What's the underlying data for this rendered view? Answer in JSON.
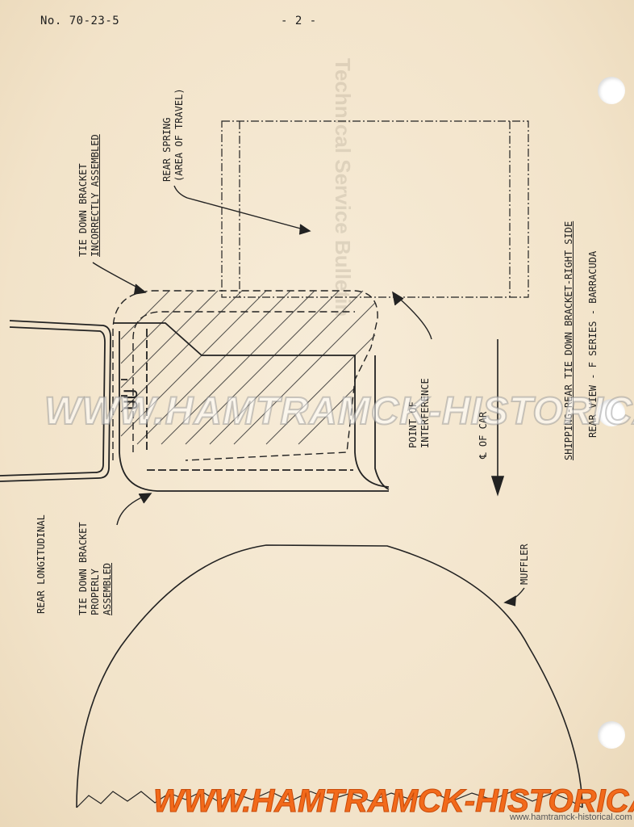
{
  "header": {
    "doc_number": "No. 70-23-5",
    "page_number": "- 2 -"
  },
  "labels": {
    "tie_down_incorrect": [
      "TIE DOWN BRACKET",
      "INCORRECTLY ASSEMBLED"
    ],
    "rear_spring": [
      "REAR SPRING",
      "(AREA OF TRAVEL)"
    ],
    "point_of_interference": [
      "POINT OF",
      "INTERFERENCE"
    ],
    "centerline_of_car": "℄ OF CAR",
    "caption_title": "SHIPPING-REAR TIE DOWN BRACKET-RIGHT SIDE",
    "caption_sub": "REAR VIEW - F SERIES - BARRACUDA",
    "rear_longitudinal": "REAR LONGITUDINAL",
    "tie_down_proper": [
      "TIE DOWN BRACKET",
      "PROPERLY",
      "ASSEMBLED"
    ],
    "muffler": "MUFFLER"
  },
  "bleed_through": {
    "title": "Technical Service Bulletin"
  },
  "watermark": {
    "middle": "WWW.HAMTRAMCK-HISTORICAL.COM",
    "bottom": "WWW.HAMTRAMCK-HISTORICAL.COM",
    "small": "www.hamtramck-historical.com"
  }
}
